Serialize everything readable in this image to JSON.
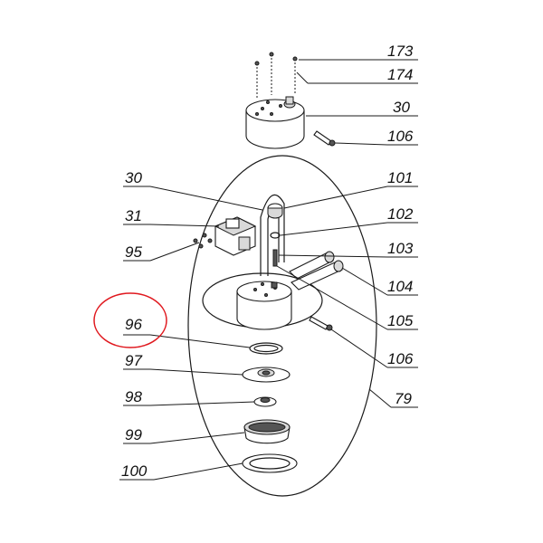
{
  "labels": {
    "l173": "173",
    "l174": "174",
    "l30a": "30",
    "l106a": "106",
    "l30b": "30",
    "l101": "101",
    "l31": "31",
    "l102": "102",
    "l95": "95",
    "l103": "103",
    "l104": "104",
    "l96": "96",
    "l105": "105",
    "l106b": "106",
    "l97": "97",
    "l79": "79",
    "l98": "98",
    "l99": "99",
    "l100": "100"
  },
  "colors": {
    "highlight": "#e0191f",
    "ink": "#1a1a1a"
  }
}
